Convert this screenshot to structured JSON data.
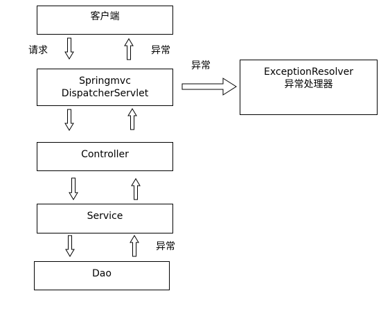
{
  "nodes": {
    "client": "客户端",
    "dispatcher": [
      "Springmvc",
      "DispatcherServlet"
    ],
    "controller": "Controller",
    "service": "Service",
    "dao": "Dao",
    "resolver": [
      "ExceptionResolver",
      "异常处理器"
    ]
  },
  "labels": {
    "request": "请求",
    "exception_up_top": "异常",
    "exception_to_resolver": "异常",
    "exception_up_bottom": "异常"
  }
}
